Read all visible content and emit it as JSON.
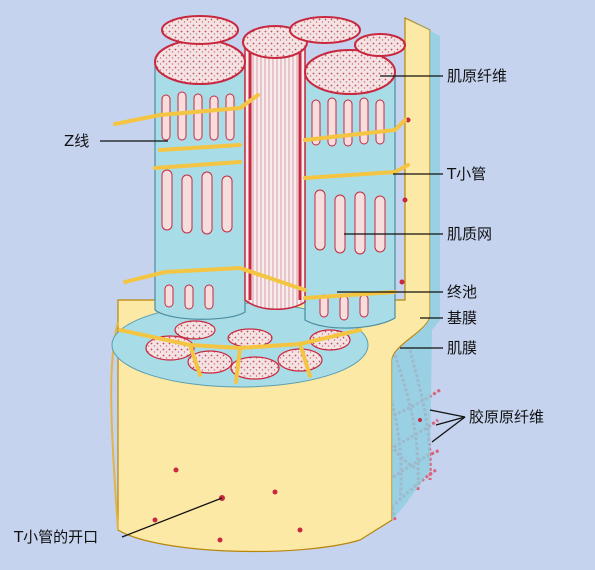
{
  "labels": {
    "myofibril": "肌原纤维",
    "z_line": "Z线",
    "t_tubule": "T小管",
    "sarcoplasmic_reticulum": "肌质网",
    "terminal_cisterna": "终池",
    "basement_membrane": "基膜",
    "sarcolemma": "肌膜",
    "collagen_fibril": "胶原原纤维",
    "t_tubule_opening": "T小管的开口"
  },
  "colors": {
    "background": "#c5d3ef",
    "sarcolemma": "#fde9a6",
    "membrane_red": "#c8283f",
    "reticulum": "#a8dde8",
    "tubule": "#f4c542",
    "myofibril_end": "#f2e0e0"
  }
}
